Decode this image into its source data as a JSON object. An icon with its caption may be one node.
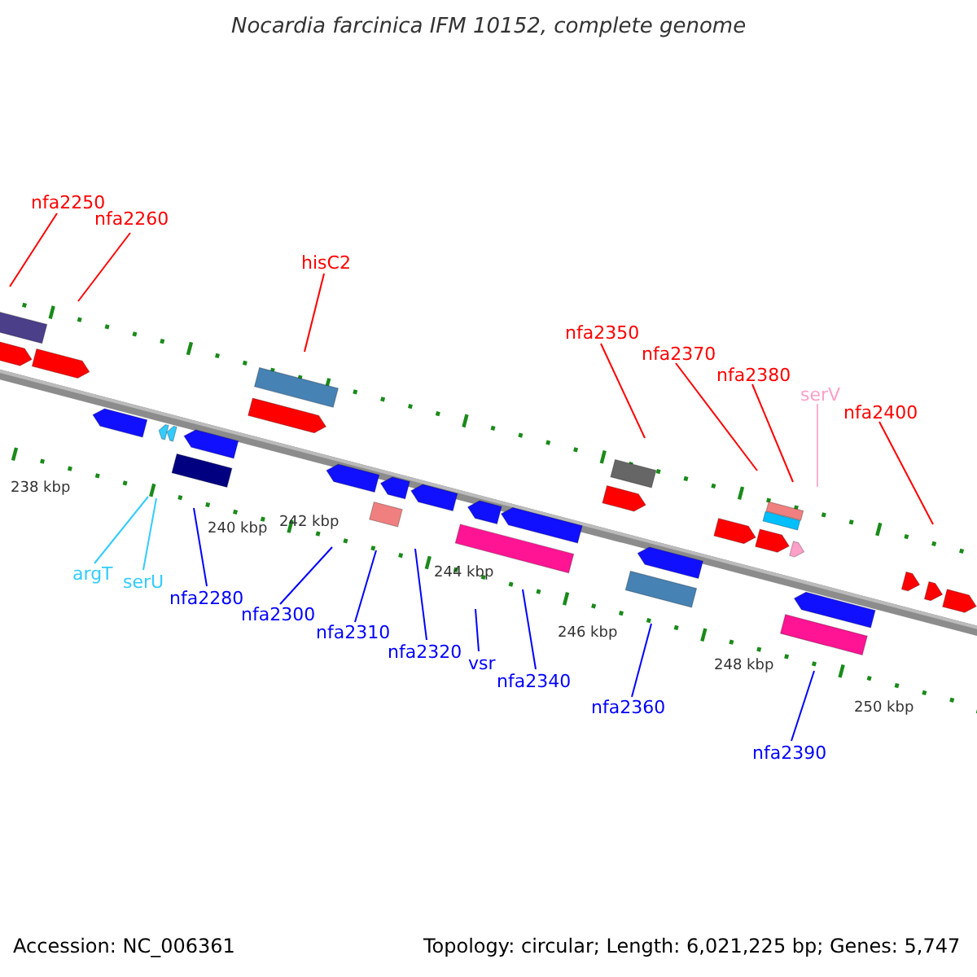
{
  "diagram": {
    "title": "Nocardia farcinica IFM 10152, complete genome",
    "nodes": [
      {
        "text": [
          "nfa2250"
        ]
      },
      {
        "text": [
          "nfa2260"
        ]
      },
      {
        "text": [
          "hisC2"
        ]
      },
      {
        "text": [
          "nfa2350"
        ]
      },
      {
        "text": [
          "nfa2370"
        ]
      },
      {
        "text": [
          "nfa2380"
        ]
      },
      {
        "text": [
          "serV"
        ]
      },
      {
        "text": [
          "nfa2400"
        ]
      },
      {
        "text": [
          "argT"
        ]
      },
      {
        "text": [
          "serU"
        ]
      },
      {
        "text": [
          "nfa2280"
        ]
      },
      {
        "text": [
          "nfa2300"
        ]
      },
      {
        "text": [
          "nfa2310"
        ]
      },
      {
        "text": [
          "nfa2320"
        ]
      },
      {
        "text": [
          "vsr"
        ]
      },
      {
        "text": [
          "nfa2340"
        ]
      },
      {
        "text": [
          "nfa2360"
        ]
      },
      {
        "text": [
          "nfa2390"
        ]
      }
    ],
    "edges": [
      {
        "from": 0,
        "to": null,
        "arrow": "none",
        "color": "#ff0000"
      },
      {
        "from": 1,
        "to": null,
        "arrow": "none",
        "color": "#ff0000"
      },
      {
        "from": 2,
        "to": null,
        "arrow": "none",
        "color": "#ff0000"
      },
      {
        "from": 3,
        "to": null,
        "arrow": "none",
        "color": "#ff0000"
      },
      {
        "from": 4,
        "to": null,
        "arrow": "none",
        "color": "#ff0000"
      },
      {
        "from": 5,
        "to": null,
        "arrow": "none",
        "color": "#ff0000"
      },
      {
        "from": 6,
        "to": null,
        "arrow": "none",
        "color": "#ffb0d0"
      },
      {
        "from": 7,
        "to": null,
        "arrow": "none",
        "color": "#ff0000"
      },
      {
        "from": 8,
        "to": null,
        "arrow": "none",
        "color": "#33ccff"
      },
      {
        "from": 9,
        "to": null,
        "arrow": "none",
        "color": "#33ccff"
      },
      {
        "from": 10,
        "to": null,
        "arrow": "none",
        "color": "#0000ff"
      },
      {
        "from": 11,
        "to": null,
        "arrow": "none",
        "color": "#0000ff"
      },
      {
        "from": 12,
        "to": null,
        "arrow": "none",
        "color": "#0000ff"
      },
      {
        "from": 13,
        "to": null,
        "arrow": "none",
        "color": "#0000ff"
      },
      {
        "from": 14,
        "to": null,
        "arrow": "none",
        "color": "#0000ff"
      },
      {
        "from": 15,
        "to": null,
        "arrow": "none",
        "color": "#0000ff"
      },
      {
        "from": 16,
        "to": null,
        "arrow": "none",
        "color": "#0000ff"
      },
      {
        "from": 17,
        "to": null,
        "arrow": "none",
        "color": "#0000ff"
      }
    ],
    "labels": [
      "238 kbp",
      "240 kbp",
      "242 kbp",
      "244 kbp",
      "246 kbp",
      "248 kbp",
      "250 kbp",
      "Accession: NC_006361",
      "Topology: circular; Length: 6,021,225 bp; Genes: 5,747"
    ]
  }
}
